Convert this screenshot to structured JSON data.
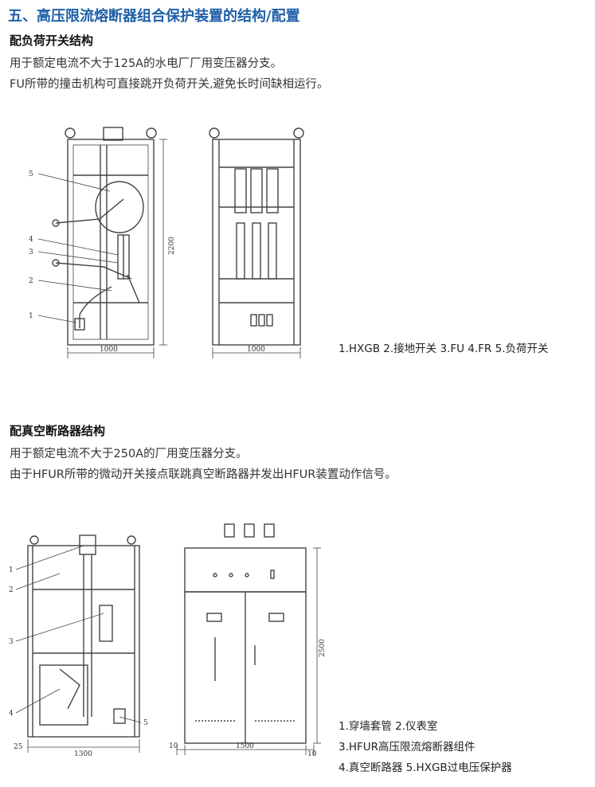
{
  "title": "五、高压限流熔断器组合保护装置的结构/配置",
  "section1": {
    "heading": "配负荷开关结构",
    "lines": [
      "用于额定电流不大于125A的水电厂厂用变压器分支。",
      "FU所带的撞击机构可直接跳开负荷开关,避免长时间缺相运行。"
    ],
    "fig_left": {
      "callouts": [
        "5",
        "4",
        "3",
        "2",
        "1"
      ],
      "width_dim": "1000",
      "height_dim": "2200"
    },
    "fig_right": {
      "width_dim": "1000"
    },
    "legend": "1.HXGB  2.接地开关  3.FU  4.FR  5.负荷开关"
  },
  "section2": {
    "heading": "配真空断路器结构",
    "lines": [
      "用于额定电流不大于250A的厂用变压器分支。",
      "由于HFUR所带的微动开关接点联跳真空断路器并发出HFUR装置动作信号。"
    ],
    "fig_left": {
      "callouts": [
        "1",
        "2",
        "3",
        "4",
        "5"
      ],
      "dim_small": "25",
      "width_dim": "1300"
    },
    "fig_right": {
      "dim_left": "10",
      "width_dim": "1500",
      "dim_right": "10",
      "height_dim": "2500"
    },
    "legend_lines": [
      "1.穿墙套管   2.仪表室",
      "3.HFUR高压限流熔断器组件",
      "4.真空断路器   5.HXGB过电压保护器"
    ]
  }
}
